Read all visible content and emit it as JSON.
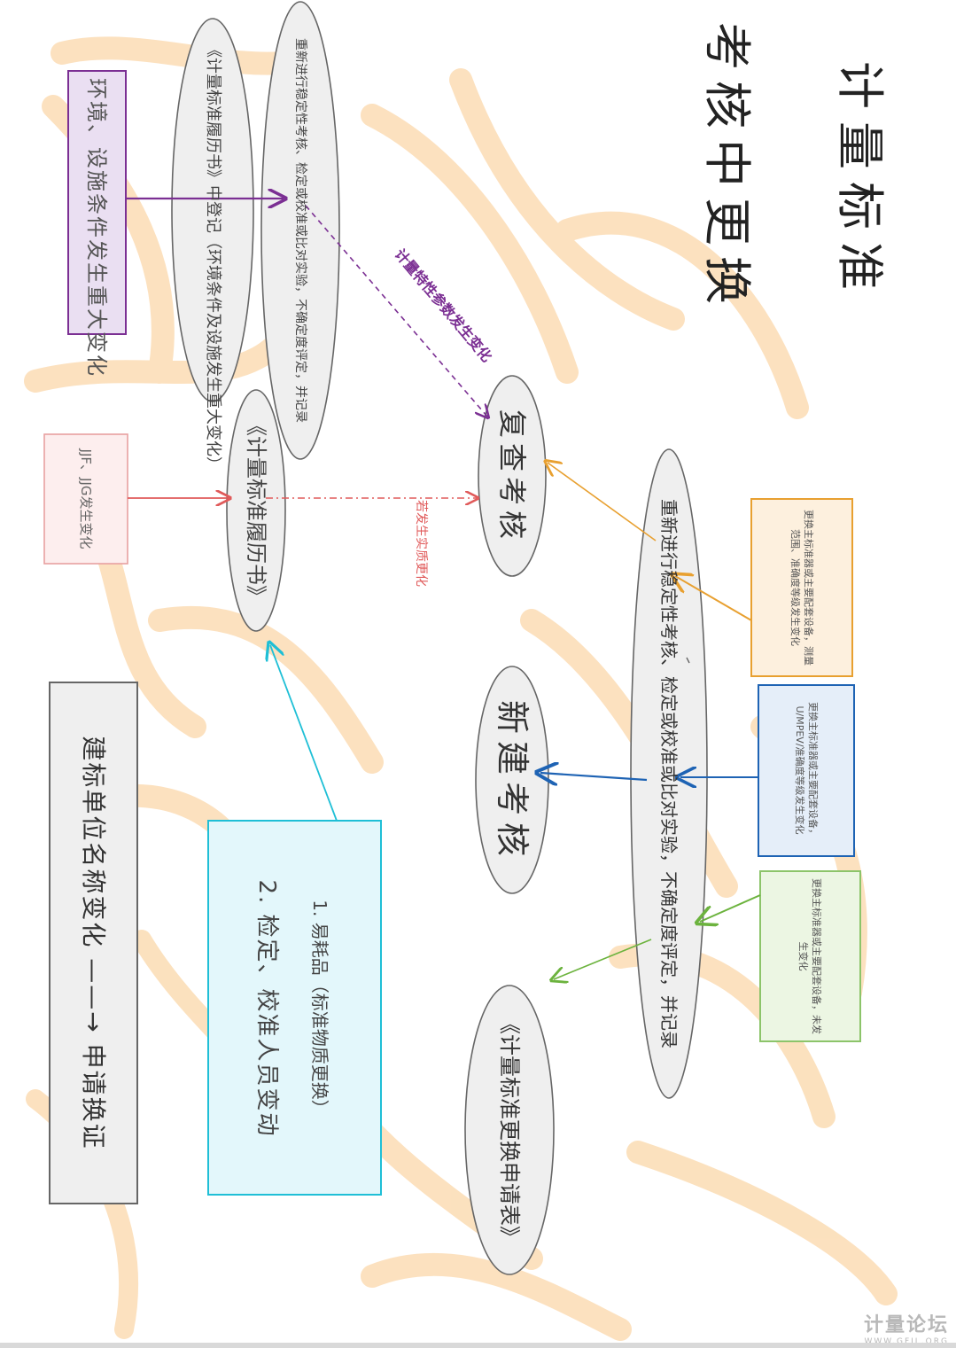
{
  "title": {
    "line1": "计量标准",
    "line2": "考核中更换"
  },
  "nodes": {
    "left_box": "环境、设施条件发生重大变化",
    "ellipse_a": "《计量标准履历书》中登记（环境条件及设施发生重大变化）",
    "ellipse_b": "重新进行稳定性考核、检定或校准或比对实验，不确定度评定，并记录",
    "purple_label": "计量特性参数发生变化",
    "jjf_box": "JJF、JJG发生变化",
    "ellipse_c": "《计量标准履历书》",
    "red_label": "若发生实质更化",
    "fucha": "复查考核",
    "center_ellipse": "重新进行稳定性考核、检定或校准或比对实验，不确定度评定，并记录",
    "orange_box": "更换主标准器或主要配套设备，测量范围、准确度等级发生变化",
    "blue_box": "更换主标准器或主要配套设备，U/MPEV/准确度等级发生变化",
    "green_box": "更换主标准器或主要配套设备，未发生变化",
    "xinjian": "新建考核",
    "biangeng": "《计量标准更换申请表》",
    "grey_box": "建标单位名称变化 ——→ 申请换证",
    "cyan_box": {
      "line1": "1. 易耗品（标准物质更换）",
      "line2": "2. 检定、校准人员变动"
    }
  },
  "colors": {
    "purple": "#7b2f93",
    "red": "#e05a5a",
    "orange": "#e8a030",
    "blue": "#1e63b4",
    "green": "#6cb33e",
    "cyan": "#1fbfd6",
    "ellipse_fill": "#efefef",
    "watermark": "#f9d4a0"
  },
  "footer": {
    "brand": "计量论坛",
    "url": "WWW.GFJL.ORG"
  }
}
